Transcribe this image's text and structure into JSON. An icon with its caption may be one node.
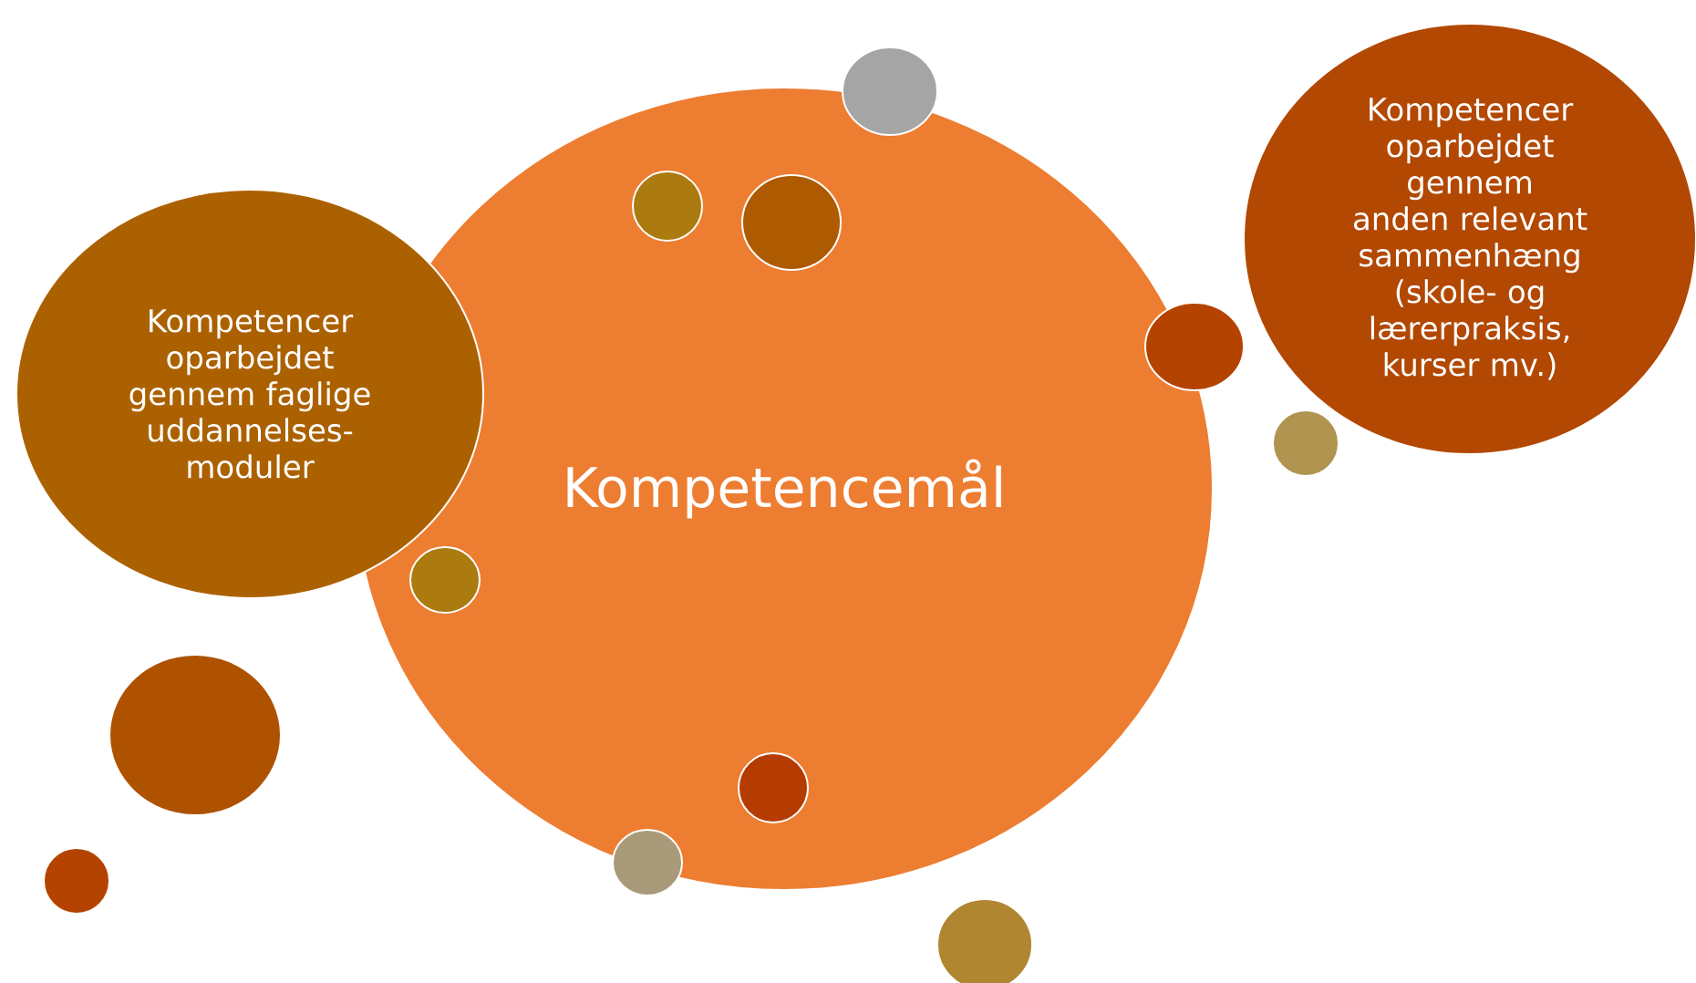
{
  "diagram": {
    "nodes": [
      {
        "text": [
          "Kompetencemål"
        ]
      },
      {
        "text": [
          "Kompetencer oparbejdet gennem faglige uddannelses- moduler"
        ]
      },
      {
        "text": [
          "Kompetencer oparbejdet gennem anden relevant sammenhæng (skole- og lærerpraksis, kurser mv.)"
        ]
      },
      {
        "text": [],
        "shape": "circle"
      },
      {
        "text": [],
        "shape": "circle"
      },
      {
        "text": [],
        "shape": "circle",
        "in": 0
      },
      {
        "text": [],
        "shape": "circle"
      },
      {
        "text": [],
        "shape": "circle",
        "in": 0
      },
      {
        "text": [],
        "shape": "circle",
        "in": 0
      },
      {
        "text": [],
        "shape": "circle",
        "in": 0
      },
      {
        "text": [],
        "shape": "circle"
      },
      {
        "text": [],
        "shape": "circle"
      },
      {
        "text": [],
        "shape": "circle"
      },
      {
        "text": [],
        "shape": "circle"
      }
    ]
  }
}
